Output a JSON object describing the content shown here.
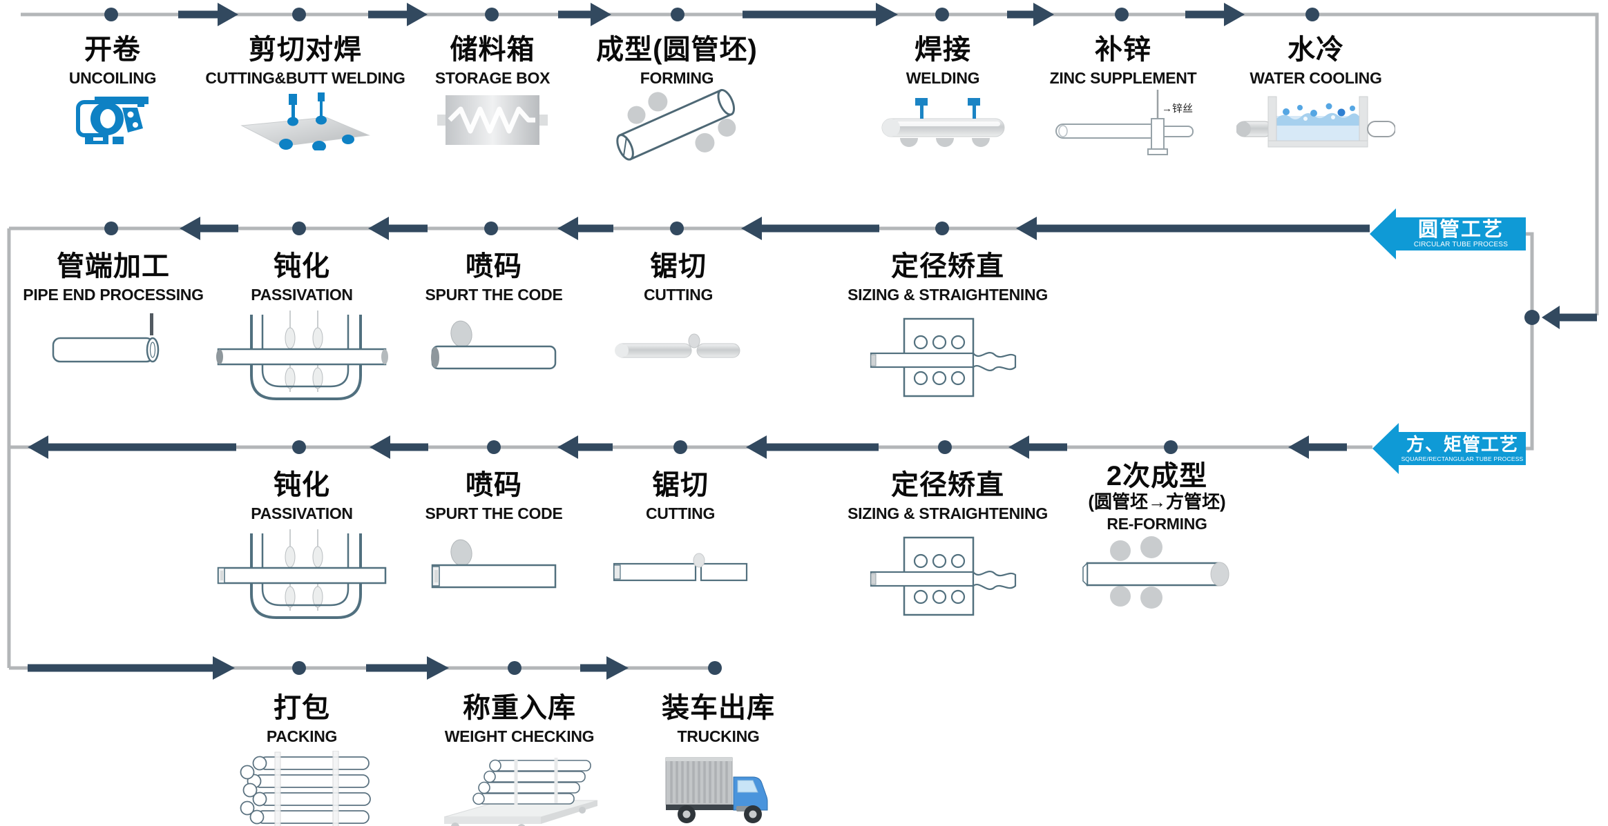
{
  "rows": [
    {
      "stages": [
        {
          "zh": "开卷",
          "en": "UNCOILING"
        },
        {
          "zh": "剪切对焊",
          "en": "CUTTING&BUTT WELDING"
        },
        {
          "zh": "储料箱",
          "en": "STORAGE BOX"
        },
        {
          "zh": "成型(圆管坯)",
          "en": "FORMING"
        },
        {
          "zh": "焊接",
          "en": "WELDING"
        },
        {
          "zh": "补锌",
          "en": "ZINC SUPPLEMENT"
        },
        {
          "zh": "水冷",
          "en": "WATER COOLING"
        }
      ]
    },
    {
      "stages": [
        {
          "zh": "管端加工",
          "en": "PIPE END PROCESSING"
        },
        {
          "zh": "钝化",
          "en": "PASSIVATION"
        },
        {
          "zh": "喷码",
          "en": "SPURT THE CODE"
        },
        {
          "zh": "锯切",
          "en": "CUTTING"
        },
        {
          "zh": "定径矫直",
          "en": "SIZING & STRAIGHTENING"
        }
      ]
    },
    {
      "stages": [
        {
          "zh": "钝化",
          "en": "PASSIVATION"
        },
        {
          "zh": "喷码",
          "en": "SPURT THE CODE"
        },
        {
          "zh": "锯切",
          "en": "CUTTING"
        },
        {
          "zh": "定径矫直",
          "en": "SIZING & STRAIGHTENING"
        },
        {
          "zh": "2次成型",
          "sub": "(圆管坯→方管坯)",
          "en": "RE-FORMING"
        }
      ]
    },
    {
      "stages": [
        {
          "zh": "打包",
          "en": "PACKING"
        },
        {
          "zh": "称重入库",
          "en": "WEIGHT CHECKING"
        },
        {
          "zh": "装车出库",
          "en": "TRUCKING"
        }
      ]
    }
  ],
  "process_arrows": [
    {
      "zh": "圆管工艺",
      "en": "CIRCULAR TUBE PROCESS"
    },
    {
      "zh": "方、矩管工艺",
      "en": "SQUARE/RECTANGULAR TUBE PROCESS"
    }
  ],
  "annotations": {
    "zinc_wire": "→锌丝"
  },
  "colors": {
    "flow_navy": "#32495f",
    "track_gray": "#b3b6b8",
    "process_blue": "#0f9ad6",
    "icon_blue": "#0e81c4",
    "outline_slate": "#52707e"
  }
}
